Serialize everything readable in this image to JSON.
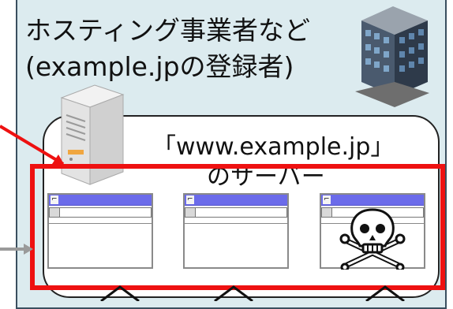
{
  "organization": {
    "line1": "ホスティング事業者など",
    "line2": "(example.jpの登録者)"
  },
  "server": {
    "label_line1": "「www.example.jp」",
    "label_line2": "のサーバー"
  },
  "windows": [
    {
      "glyph": "⌐"
    },
    {
      "glyph": "⌐"
    },
    {
      "glyph": "⌐"
    }
  ],
  "colors": {
    "panel_bg": "#dcebef",
    "highlight": "#e11111",
    "title_bar": "#6b6bea",
    "arrow_gray": "#9a9a9a"
  },
  "icons": [
    "building-icon",
    "server-icon",
    "skull-crossbones-icon"
  ]
}
